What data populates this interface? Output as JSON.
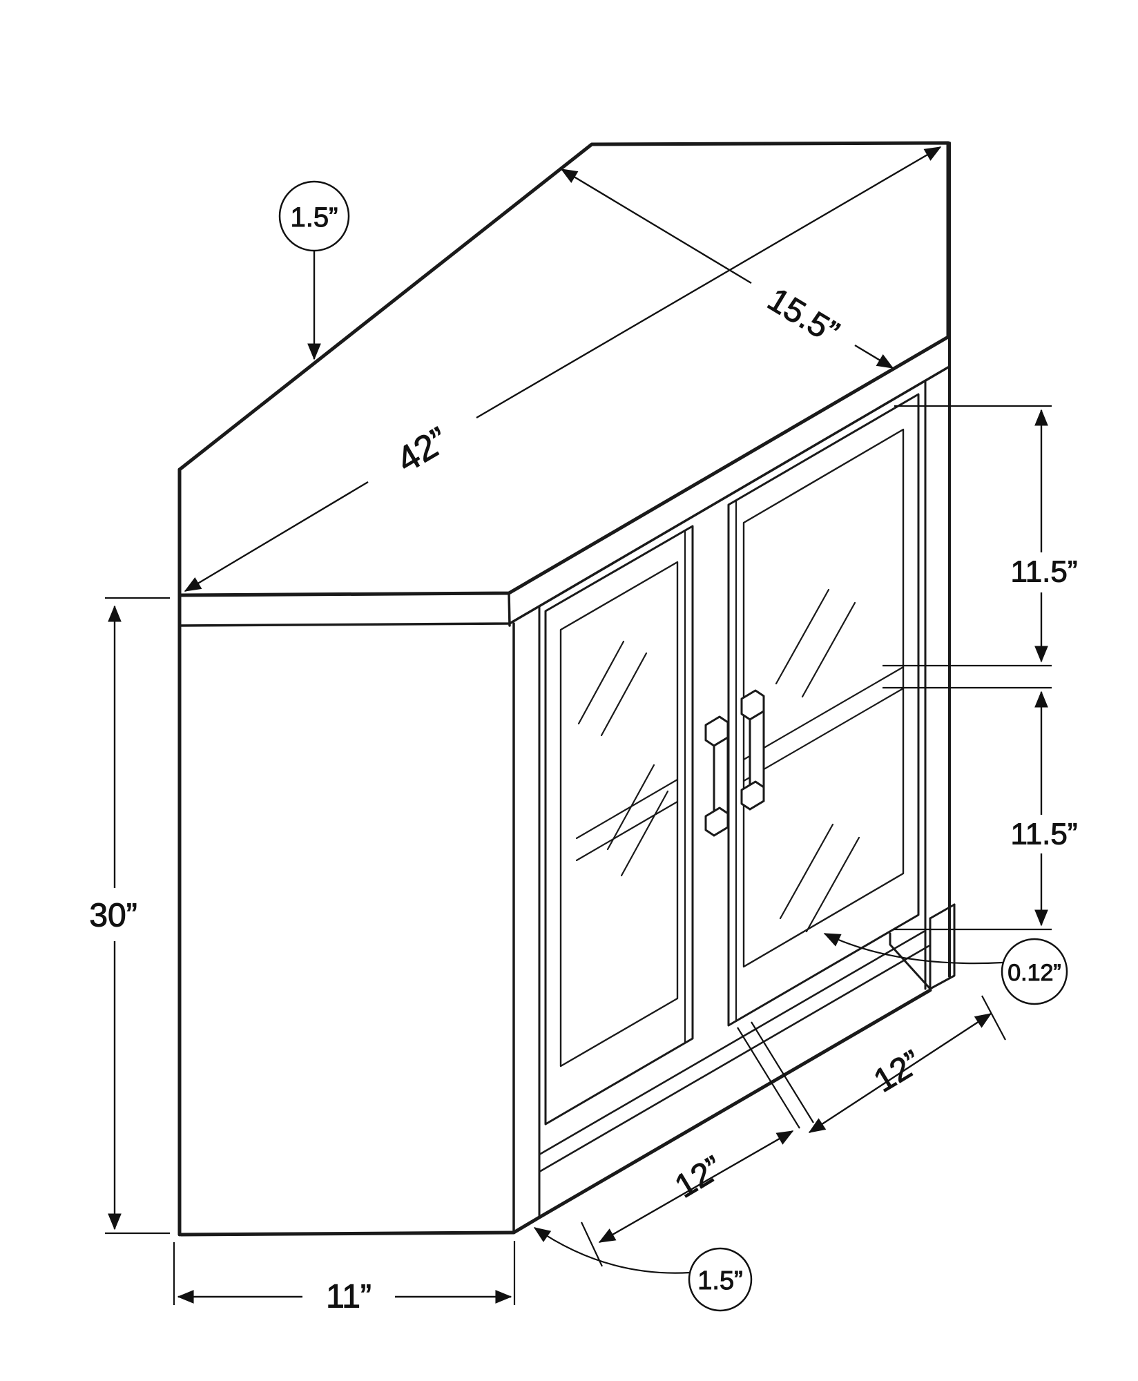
{
  "page": {
    "background": "#ffffff",
    "line_color": "#1a1a1a"
  },
  "diagram": {
    "type": "furniture-dimension-drawing",
    "subject": "corner cabinet with two glass doors",
    "dimensions": {
      "top_thickness": "1.5”",
      "top_depth": "15.5”",
      "top_width": "42”",
      "opening_upper_height": "11.5”",
      "opening_lower_height": "11.5”",
      "door_gap": "0.12”",
      "door_right_width": "12”",
      "door_left_width": "12”",
      "base_height": "1.5”",
      "overall_height": "30”",
      "side_width": "11”"
    }
  }
}
